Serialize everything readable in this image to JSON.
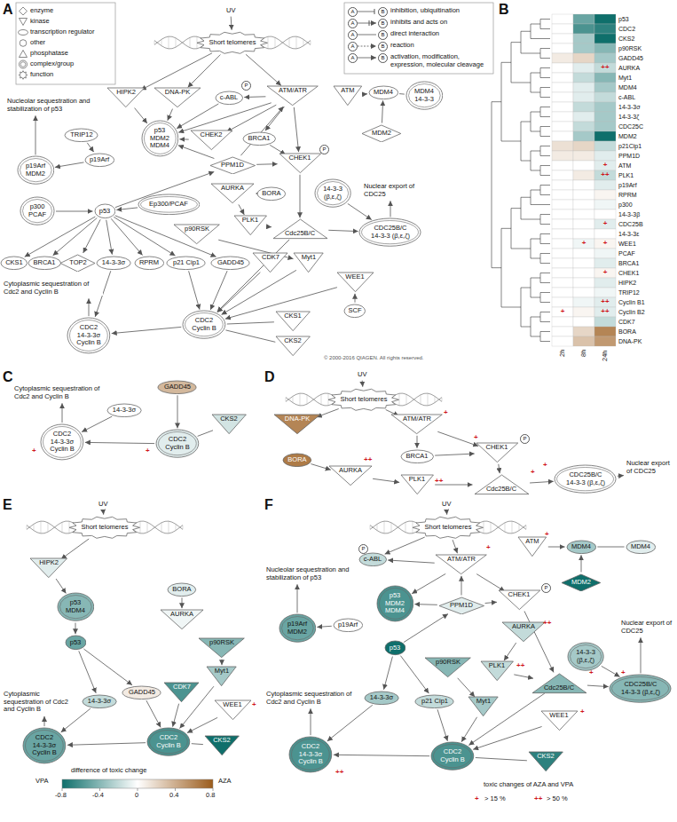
{
  "diagram": {
    "nodes": [
      {
        "text": [
          "Short telomeres"
        ]
      },
      {
        "text": [
          "HIPK2"
        ]
      },
      {
        "text": [
          "DNA-PK"
        ]
      },
      {
        "text": [
          "c-ABL"
        ]
      },
      {
        "text": [
          "ATM/ATR"
        ]
      },
      {
        "text": [
          "ATM"
        ]
      },
      {
        "text": [
          "MDM4"
        ]
      },
      {
        "text": [
          "MDM4",
          "14-3-3"
        ]
      },
      {
        "text": [
          "MDM2"
        ]
      },
      {
        "text": [
          "TRIP12"
        ]
      },
      {
        "text": [
          "p53",
          "MDM2",
          "MDM4"
        ]
      },
      {
        "text": [
          "CHEK2"
        ]
      },
      {
        "text": [
          "BRCA1"
        ]
      },
      {
        "text": [
          "p19Arf"
        ]
      },
      {
        "text": [
          "p19Arf",
          "MDM2"
        ]
      },
      {
        "text": [
          "PPM1D"
        ]
      },
      {
        "text": [
          "CHEK1"
        ]
      },
      {
        "text": [
          "AURKA"
        ]
      },
      {
        "text": [
          "BORA"
        ]
      },
      {
        "text": [
          "p300",
          "PCAF"
        ]
      },
      {
        "text": [
          "p53"
        ]
      },
      {
        "text": [
          "Ep300/PCAF"
        ]
      },
      {
        "text": [
          "p90RSK"
        ]
      },
      {
        "text": [
          "PLK1"
        ]
      },
      {
        "text": [
          "Cdc25B/C"
        ]
      },
      {
        "text": [
          "14-3-3",
          "(β,ε,ζ)"
        ]
      },
      {
        "text": [
          "CDC25B/C",
          "14-3-3 (β,ε,ζ)"
        ]
      },
      {
        "text": [
          "CKS1"
        ]
      },
      {
        "text": [
          "BRCA1"
        ]
      },
      {
        "text": [
          "TOP2"
        ]
      },
      {
        "text": [
          "14-3-3σ"
        ]
      },
      {
        "text": [
          "RPRM"
        ]
      },
      {
        "text": [
          "p21 Cip1"
        ]
      },
      {
        "text": [
          "GADD45"
        ]
      },
      {
        "text": [
          "CDK7"
        ]
      },
      {
        "text": [
          "Myt1"
        ]
      },
      {
        "text": [
          "WEE1"
        ]
      },
      {
        "text": [
          "CDC2",
          "Cyclin B"
        ]
      },
      {
        "text": [
          "CDC2",
          "14-3-3σ",
          "Cyclin B"
        ]
      },
      {
        "text": [
          "SCF"
        ]
      },
      {
        "text": [
          "CKS1"
        ]
      },
      {
        "text": [
          "CKS2"
        ]
      },
      {
        "text": [
          "CDC2",
          "14-3-3σ",
          "Cyclin B"
        ]
      },
      {
        "text": [
          "14-3-3σ"
        ]
      },
      {
        "text": [
          "GADD45"
        ]
      },
      {
        "text": [
          "CDC2",
          "Cyclin B"
        ]
      },
      {
        "text": [
          "CKS2"
        ]
      },
      {
        "text": [
          "Short telomeres"
        ]
      },
      {
        "text": [
          "DNA-PK"
        ]
      },
      {
        "text": [
          "ATM/ATR"
        ]
      },
      {
        "text": [
          "BRCA1"
        ]
      },
      {
        "text": [
          "CHEK1"
        ]
      },
      {
        "text": [
          "BORA"
        ]
      },
      {
        "text": [
          "AURKA"
        ]
      },
      {
        "text": [
          "PLK1"
        ]
      },
      {
        "text": [
          "Cdc25B/C"
        ]
      },
      {
        "text": [
          "CDC25B/C",
          "14-3-3 (β,ε,ζ)"
        ]
      },
      {
        "text": [
          "Short telomeres"
        ]
      },
      {
        "text": [
          "HIPK2"
        ]
      },
      {
        "text": [
          "p53",
          "MDM4"
        ]
      },
      {
        "text": [
          "p53"
        ]
      },
      {
        "text": [
          "BORA"
        ]
      },
      {
        "text": [
          "AURKA"
        ]
      },
      {
        "text": [
          "p90RSK"
        ]
      },
      {
        "text": [
          "Myt1"
        ]
      },
      {
        "text": [
          "WEE1"
        ]
      },
      {
        "text": [
          "14-3-3σ"
        ]
      },
      {
        "text": [
          "GADD45"
        ]
      },
      {
        "text": [
          "CDK7"
        ]
      },
      {
        "text": [
          "CDC2",
          "Cyclin B"
        ]
      },
      {
        "text": [
          "CKS2"
        ]
      },
      {
        "text": [
          "CDC2",
          "14-3-3σ",
          "Cyclin B"
        ]
      },
      {
        "text": [
          "Short telomeres"
        ]
      },
      {
        "text": [
          "c-ABL"
        ]
      },
      {
        "text": [
          "ATM/ATR"
        ]
      },
      {
        "text": [
          "ATM"
        ]
      },
      {
        "text": [
          "MDM4"
        ]
      },
      {
        "text": [
          "MDM4"
        ]
      },
      {
        "text": [
          "MDM2"
        ]
      },
      {
        "text": [
          "p53",
          "MDM2",
          "MDM4"
        ]
      },
      {
        "text": [
          "PPM1D"
        ]
      },
      {
        "text": [
          "CHEK1"
        ]
      },
      {
        "text": [
          "p19Arf",
          "MDM2"
        ]
      },
      {
        "text": [
          "p19Arf"
        ]
      },
      {
        "text": [
          "p53"
        ]
      },
      {
        "text": [
          "AURKA"
        ]
      },
      {
        "text": [
          "14-3-3",
          "(β,ε,ζ)"
        ]
      },
      {
        "text": [
          "CDC25B/C",
          "14-3-3 (β,ε,ζ)"
        ]
      },
      {
        "text": [
          "p90RSK"
        ]
      },
      {
        "text": [
          "PLK1"
        ]
      },
      {
        "text": [
          "Cdc25B/C"
        ]
      },
      {
        "text": [
          "14-3-3σ"
        ]
      },
      {
        "text": [
          "p21 Cip1"
        ]
      },
      {
        "text": [
          "Myt1"
        ]
      },
      {
        "text": [
          "WEE1"
        ]
      },
      {
        "text": [
          "CDC2",
          "14-3-3σ",
          "Cyclin B"
        ]
      },
      {
        "text": [
          "CDC2",
          "Cyclin B"
        ]
      },
      {
        "text": [
          "CKS2"
        ]
      }
    ],
    "edges": [
      {
        "from": 0,
        "to": 1,
        "arrow": "to"
      },
      {
        "from": 0,
        "to": 2,
        "arrow": "to"
      },
      {
        "from": 0,
        "to": 4,
        "arrow": "to"
      },
      {
        "from": 4,
        "to": 3,
        "arrow": "to"
      },
      {
        "from": 4,
        "to": 10,
        "arrow": "to"
      },
      {
        "from": 4,
        "to": 11,
        "arrow": "to"
      },
      {
        "from": 4,
        "to": 12,
        "arrow": "to"
      },
      {
        "from": 4,
        "to": 16,
        "arrow": "to"
      },
      {
        "from": 5,
        "to": 6,
        "arrow": "to"
      },
      {
        "from": 6,
        "to": 7,
        "arrow": "none"
      },
      {
        "from": 8,
        "to": 6,
        "arrow": "to"
      },
      {
        "from": 1,
        "to": 10,
        "arrow": "to"
      },
      {
        "from": 2,
        "to": 10,
        "arrow": "to"
      },
      {
        "from": 3,
        "to": 10,
        "arrow": "to"
      },
      {
        "from": 11,
        "to": 10,
        "arrow": "to"
      },
      {
        "from": 15,
        "to": 4,
        "arrow": "to"
      },
      {
        "from": 15,
        "to": 10,
        "arrow": "to"
      },
      {
        "from": 15,
        "to": 16,
        "arrow": "to"
      },
      {
        "from": 20,
        "to": 15,
        "arrow": "to"
      },
      {
        "from": 9,
        "to": 13,
        "arrow": "to"
      },
      {
        "from": 13,
        "to": 14,
        "arrow": "to"
      },
      {
        "from": 19,
        "to": 20,
        "arrow": "to"
      },
      {
        "from": 21,
        "to": 20,
        "arrow": "to"
      },
      {
        "from": 20,
        "to": 27,
        "arrow": "to"
      },
      {
        "from": 20,
        "to": 28,
        "arrow": "to"
      },
      {
        "from": 20,
        "to": 29,
        "arrow": "to"
      },
      {
        "from": 20,
        "to": 30,
        "arrow": "to"
      },
      {
        "from": 20,
        "to": 31,
        "arrow": "to"
      },
      {
        "from": 20,
        "to": 32,
        "arrow": "to"
      },
      {
        "from": 20,
        "to": 33,
        "arrow": "to"
      },
      {
        "from": 16,
        "to": 24,
        "arrow": "to"
      },
      {
        "from": 18,
        "to": 17,
        "arrow": "to"
      },
      {
        "from": 17,
        "to": 23,
        "arrow": "to"
      },
      {
        "from": 23,
        "to": 24,
        "arrow": "to"
      },
      {
        "from": 22,
        "to": 35,
        "arrow": "to"
      },
      {
        "from": 25,
        "to": 26,
        "arrow": "to"
      },
      {
        "from": 24,
        "to": 26,
        "arrow": "to"
      },
      {
        "from": 24,
        "to": 37,
        "arrow": "to"
      },
      {
        "from": 36,
        "to": 37,
        "arrow": "to"
      },
      {
        "from": 35,
        "to": 37,
        "arrow": "to"
      },
      {
        "from": 34,
        "to": 37,
        "arrow": "to"
      },
      {
        "from": 33,
        "to": 37,
        "arrow": "to"
      },
      {
        "from": 32,
        "to": 37,
        "arrow": "to"
      },
      {
        "from": 30,
        "to": 38,
        "arrow": "to"
      },
      {
        "from": 37,
        "to": 38,
        "arrow": "to"
      },
      {
        "from": 37,
        "to": 40,
        "arrow": "none"
      },
      {
        "from": 37,
        "to": 41,
        "arrow": "none"
      },
      {
        "from": 39,
        "to": 36,
        "arrow": "to"
      },
      {
        "from": 12,
        "to": 16,
        "arrow": "to"
      },
      {
        "from": 43,
        "to": 42,
        "arrow": "to"
      },
      {
        "from": 45,
        "to": 42,
        "arrow": "to"
      },
      {
        "from": 44,
        "to": 45,
        "arrow": "to"
      },
      {
        "from": 46,
        "to": 45,
        "arrow": "none"
      },
      {
        "from": 47,
        "to": 48,
        "arrow": "to"
      },
      {
        "from": 47,
        "to": 49,
        "arrow": "to"
      },
      {
        "from": 49,
        "to": 50,
        "arrow": "to"
      },
      {
        "from": 49,
        "to": 51,
        "arrow": "to"
      },
      {
        "from": 50,
        "to": 51,
        "arrow": "to"
      },
      {
        "from": 52,
        "to": 53,
        "arrow": "to"
      },
      {
        "from": 53,
        "to": 54,
        "arrow": "to"
      },
      {
        "from": 54,
        "to": 55,
        "arrow": "to"
      },
      {
        "from": 51,
        "to": 55,
        "arrow": "to"
      },
      {
        "from": 55,
        "to": 56,
        "arrow": "to"
      },
      {
        "from": 57,
        "to": 58,
        "arrow": "to"
      },
      {
        "from": 58,
        "to": 59,
        "arrow": "to"
      },
      {
        "from": 59,
        "to": 60,
        "arrow": "to"
      },
      {
        "from": 60,
        "to": 66,
        "arrow": "to"
      },
      {
        "from": 60,
        "to": 67,
        "arrow": "to"
      },
      {
        "from": 61,
        "to": 62,
        "arrow": "to"
      },
      {
        "from": 63,
        "to": 64,
        "arrow": "to"
      },
      {
        "from": 64,
        "to": 69,
        "arrow": "to"
      },
      {
        "from": 65,
        "to": 69,
        "arrow": "to"
      },
      {
        "from": 68,
        "to": 69,
        "arrow": "to"
      },
      {
        "from": 67,
        "to": 69,
        "arrow": "to"
      },
      {
        "from": 69,
        "to": 70,
        "arrow": "none"
      },
      {
        "from": 66,
        "to": 71,
        "arrow": "to"
      },
      {
        "from": 69,
        "to": 71,
        "arrow": "to"
      },
      {
        "from": 72,
        "to": 73,
        "arrow": "to"
      },
      {
        "from": 72,
        "to": 74,
        "arrow": "to"
      },
      {
        "from": 74,
        "to": 73,
        "arrow": "to"
      },
      {
        "from": 74,
        "to": 79,
        "arrow": "to"
      },
      {
        "from": 74,
        "to": 81,
        "arrow": "to"
      },
      {
        "from": 75,
        "to": 76,
        "arrow": "to"
      },
      {
        "from": 76,
        "to": 77,
        "arrow": "none"
      },
      {
        "from": 78,
        "to": 76,
        "arrow": "to"
      },
      {
        "from": 80,
        "to": 74,
        "arrow": "to"
      },
      {
        "from": 80,
        "to": 79,
        "arrow": "to"
      },
      {
        "from": 80,
        "to": 81,
        "arrow": "to"
      },
      {
        "from": 83,
        "to": 82,
        "arrow": "to"
      },
      {
        "from": 84,
        "to": 80,
        "arrow": "to"
      },
      {
        "from": 84,
        "to": 91,
        "arrow": "to"
      },
      {
        "from": 84,
        "to": 92,
        "arrow": "to"
      },
      {
        "from": 81,
        "to": 90,
        "arrow": "to"
      },
      {
        "from": 85,
        "to": 89,
        "arrow": "to"
      },
      {
        "from": 89,
        "to": 90,
        "arrow": "to"
      },
      {
        "from": 88,
        "to": 93,
        "arrow": "to"
      },
      {
        "from": 86,
        "to": 87,
        "arrow": "to"
      },
      {
        "from": 90,
        "to": 87,
        "arrow": "to"
      },
      {
        "from": 90,
        "to": 96,
        "arrow": "to"
      },
      {
        "from": 93,
        "to": 96,
        "arrow": "to"
      },
      {
        "from": 92,
        "to": 96,
        "arrow": "to"
      },
      {
        "from": 94,
        "to": 96,
        "arrow": "to"
      },
      {
        "from": 96,
        "to": 97,
        "arrow": "none"
      },
      {
        "from": 91,
        "to": 95,
        "arrow": "to"
      },
      {
        "from": 96,
        "to": 95,
        "arrow": "to"
      }
    ],
    "labels": [
      "A",
      "B",
      "C",
      "D",
      "E",
      "F",
      "UV",
      "© 2000-2016 QIAGEN. All rights reserved.",
      "Nucleolar sequestration and stabilization of p53",
      "Cytoplasmic sequestration of Cdc2 and Cyclin B",
      "Nuclear export of CDC25",
      "P",
      "P",
      "A",
      "B",
      "A",
      "B",
      "A",
      "B",
      "A",
      "B",
      "A",
      "B",
      "2h",
      "8h",
      "24h",
      "++",
      "+",
      "++",
      "+",
      "+",
      "+",
      "+",
      "++",
      "+",
      "++",
      "Cytoplasmic sequestration of Cdc2 and Cyclin B",
      "+",
      "+",
      "UV",
      "Nuclear export of CDC25",
      "+",
      "+",
      "P",
      "++",
      "++",
      "+",
      "+",
      "UV",
      "Cytoplasmic sequestration of Cdc2 and Cyclin B",
      "+",
      "difference of toxic change",
      "VPA",
      "-0.8",
      "-0.4",
      "0",
      "0.4",
      "0.8",
      "AZA",
      "UV",
      "P",
      "+",
      "+",
      "P",
      "Nucleolar sequestration and stabilization of p53",
      "++",
      "Nuclear export of CDC25",
      "++",
      "+",
      "+",
      "Cytoplasmic sequestration of Cdc2 and Cyclin B",
      "++",
      "toxic changes of AZA and VPA",
      "+",
      "++",
      "+",
      "p53",
      "CDC2",
      "CKS2",
      "p90RSK",
      "GADD45",
      "AURKA",
      "Myt1",
      "MDM4",
      "c-ABL",
      "14-3-3σ",
      "14-3-3ζ",
      "CDC25C",
      "MDM2",
      "p21Cip1",
      "PPM1D",
      "ATM",
      "PLK1",
      "p19Arf",
      "RPRM",
      "p300",
      "14-3-3β",
      "CDC25B",
      "14-3-3ε",
      "WEE1",
      "PCAF",
      "BRCA1",
      "CHEK1",
      "HIPK2",
      "TRIP12",
      "Cyclin B1",
      "Cyclin B2",
      "CDK7",
      "BORA",
      "DNA-PK"
    ],
    "legend": [
      {
        "text": "enzyme"
      },
      {
        "text": "kinase"
      },
      {
        "text": "transcription regulator"
      },
      {
        "text": "other"
      },
      {
        "text": "phosphatase"
      },
      {
        "text": "complex/group"
      },
      {
        "text": "function"
      },
      {
        "text": "inhibition, ubiquitination"
      },
      {
        "text": "inhibits and acts on"
      },
      {
        "text": "direct interaction"
      },
      {
        "text": "reaction"
      },
      {
        "text": "activation, modification, expression, molecular cleavage"
      },
      {
        "text": "> 15 %"
      },
      {
        "text": "> 50 %"
      }
    ]
  }
}
